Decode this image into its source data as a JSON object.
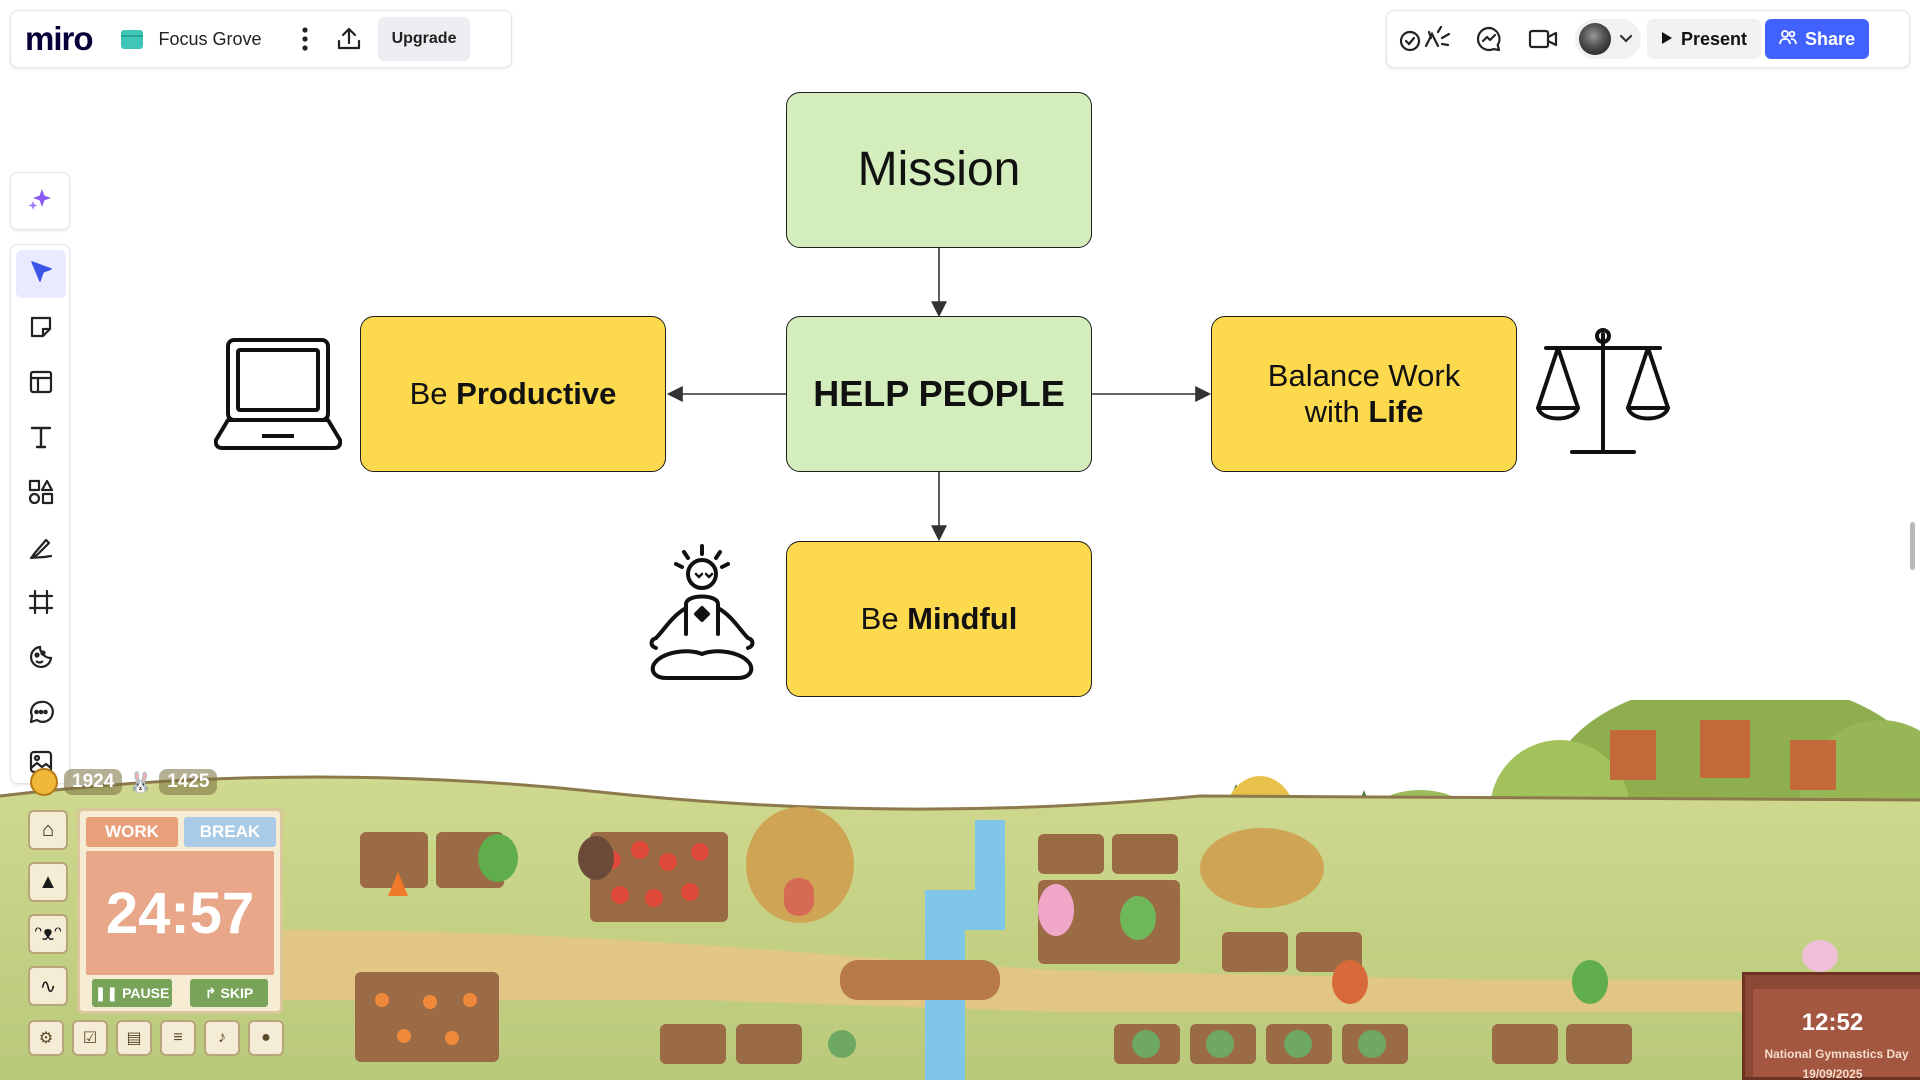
{
  "app": {
    "logo_text": "miro",
    "board_name": "Focus Grove",
    "upgrade_label": "Upgrade",
    "present_label": "Present",
    "share_label": "Share",
    "accent_color": "#4262ff"
  },
  "top_left_icons": [
    "board-icon",
    "more-vertical-icon",
    "export-icon"
  ],
  "top_right_icons": [
    "reactions-icon",
    "chat-icon",
    "video-icon",
    "avatar",
    "chevron-down-icon",
    "play-icon",
    "people-icon"
  ],
  "toolbar": {
    "items": [
      "ai-sparkle-icon",
      "select-cursor-icon",
      "sticky-note-icon",
      "template-icon",
      "text-icon",
      "shapes-icon",
      "pen-icon",
      "frame-icon",
      "sticker-icon",
      "comment-icon",
      "upload-icon"
    ]
  },
  "diagram": {
    "mission": "Mission",
    "help_people": "HELP PEOPLE",
    "productive": {
      "prefix": "Be ",
      "bold": "Productive"
    },
    "balance": {
      "line1": "Balance Work",
      "line2_prefix": "with ",
      "line2_bold": "Life"
    },
    "mindful": {
      "prefix": "Be ",
      "bold": "Mindful"
    },
    "colors": {
      "green": "#d3edbc",
      "yellow": "#fdd94e"
    },
    "illustrations": [
      "laptop-icon",
      "scales-icon",
      "meditation-icon"
    ]
  },
  "game": {
    "coins": "1924",
    "friends": "1425",
    "tab_work": "WORK",
    "tab_break": "BREAK",
    "timer": "24:57",
    "pause_label": "PAUSE",
    "skip_label": "SKIP",
    "clock_time": "12:52",
    "event": "National Gymnastics Day",
    "date": "19/09/2025",
    "side_icons": [
      "house-icon",
      "tree-icon",
      "bunny-icon",
      "path-icon"
    ],
    "bottom_icons": [
      "settings-gear-icon",
      "checklist-icon",
      "clapboard-icon",
      "notes-icon",
      "sound-icon",
      "apple-icon"
    ]
  }
}
